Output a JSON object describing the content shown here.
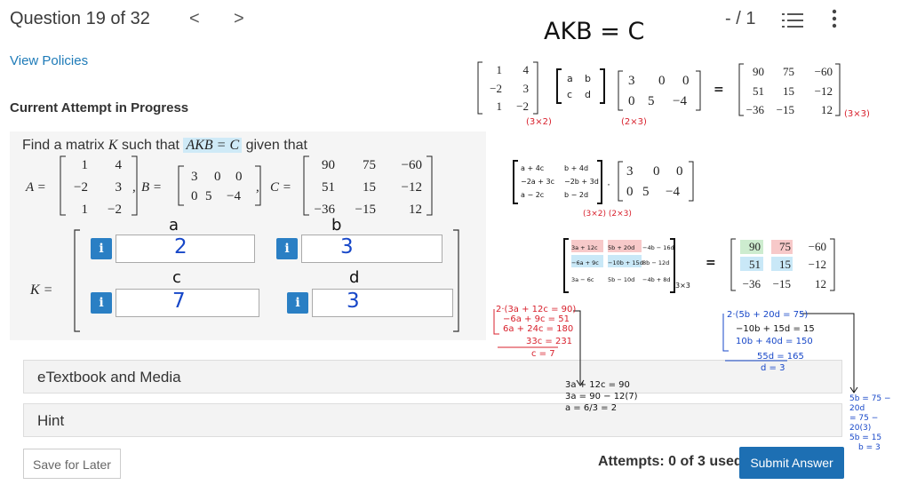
{
  "header": {
    "question_title": "Question 19 of 32",
    "prev_arrow": "<",
    "next_arrow": ">",
    "page_count": "- / 1",
    "list_icon": "list-icon",
    "more_icon": "vertical-dots-icon"
  },
  "links": {
    "view_policies": "View Policies"
  },
  "attempt": {
    "status": "Current Attempt in Progress"
  },
  "question": {
    "prompt_prefix": "Find a matrix",
    "var_k": "K",
    "prompt_middle": "such that",
    "equation": "AKB = C",
    "prompt_suffix": "given that",
    "A_label": "A =",
    "B_label": "B =",
    "C_label": "C =",
    "K_label": "K =",
    "A": [
      [
        "1",
        "4"
      ],
      [
        "−2",
        "3"
      ],
      [
        "1",
        "−2"
      ]
    ],
    "B": [
      [
        "3",
        "0",
        "0"
      ],
      [
        "0",
        "5",
        "−4"
      ]
    ],
    "C": [
      [
        "90",
        "75",
        "−60"
      ],
      [
        "51",
        "15",
        "−12"
      ],
      [
        "−36",
        "−15",
        "12"
      ]
    ]
  },
  "answer_fields": [
    {
      "info": "i",
      "value": "2",
      "note": "a"
    },
    {
      "info": "i",
      "value": "3",
      "note": "b"
    },
    {
      "info": "i",
      "value": "7",
      "note": "c"
    },
    {
      "info": "i",
      "value": "3",
      "note": "d"
    }
  ],
  "sections": {
    "etextbook": "eTextbook and Media",
    "hint": "Hint"
  },
  "footer": {
    "save_later": "Save for Later",
    "attempts": "Attempts: 0 of 3 used",
    "submit": "Submit Answer"
  },
  "annotations": {
    "title": "AKB = C",
    "A": [
      [
        "1",
        "4"
      ],
      [
        "−2",
        "3"
      ],
      [
        "1",
        "−2"
      ]
    ],
    "K": [
      [
        "a",
        "b"
      ],
      [
        "c",
        "d"
      ]
    ],
    "B": [
      [
        "3",
        "0",
        "0"
      ],
      [
        "0",
        "5",
        "−4"
      ]
    ],
    "C": [
      [
        "90",
        "75",
        "−60"
      ],
      [
        "51",
        "15",
        "−12"
      ],
      [
        "−36",
        "−15",
        "12"
      ]
    ],
    "dim_A": "(3×2)",
    "dim_B": "(2×3)",
    "dim_C": "(3×3)",
    "AK": [
      [
        "a + 4c",
        "b + 4d"
      ],
      [
        "−2a + 3c",
        "−2b + 3d"
      ],
      [
        "a − 2c",
        "b − 2d"
      ]
    ],
    "AK_dims": "(3×2)  (2×3)",
    "AKB": [
      [
        "3a + 12c",
        "5b + 20d",
        "−4b − 16d"
      ],
      [
        "−6a + 9c",
        "−10b + 15d",
        "8b − 12d"
      ],
      [
        "3a − 6c",
        "5b − 10d",
        "−4b + 8d"
      ]
    ],
    "AKB_dim": "3×3",
    "left_work": [
      "2·(3a + 12c = 90)",
      "−6a + 9c = 51",
      "6a + 24c = 180",
      "33c = 231",
      "c = 7"
    ],
    "left_sub": [
      "3a + 12c = 90",
      "3a = 90 − 12(7)",
      "a = 6/3 = 2"
    ],
    "right_work": [
      "2·(5b + 20d = 75)",
      "−10b + 15d = 15",
      "10b + 40d = 150",
      "55d = 165",
      "d = 3"
    ],
    "right_sub": [
      "5b = 75 − 20d",
      "= 75 − 20(3)",
      "5b = 15",
      "b = 3"
    ]
  }
}
